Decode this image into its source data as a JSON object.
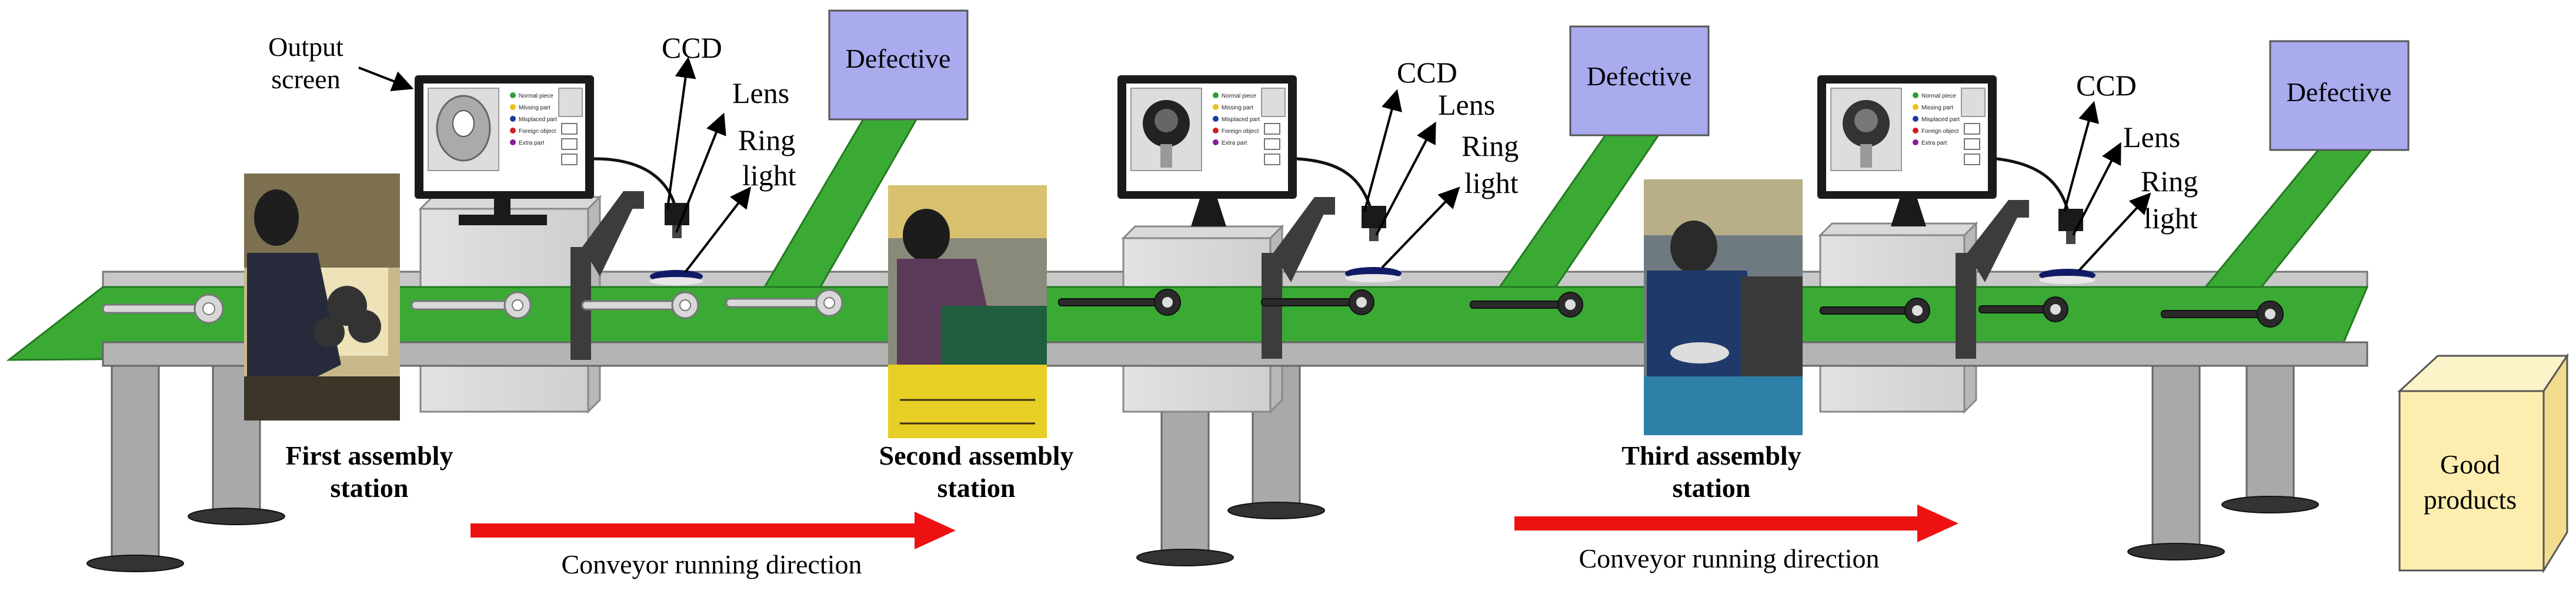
{
  "labels": {
    "output_screen_line1": "Output",
    "output_screen_line2": "screen",
    "ccd": "CCD",
    "lens": "Lens",
    "ring_light_line1": "Ring",
    "ring_light_line2": "light",
    "defective": "Defective",
    "station1_line1": "First assembly",
    "station1_line2": "station",
    "station2_line1": "Second assembly",
    "station2_line2": "station",
    "station3_line1": "Third assembly",
    "station3_line2": "station",
    "conveyor_direction": "Conveyor running direction",
    "good_line1": "Good",
    "good_line2": "products"
  },
  "monitor_legend": [
    "Normal piece",
    "Missing part",
    "Misplaced part",
    "Foreign object",
    "Extra part"
  ],
  "colors": {
    "belt": "#3aaa35",
    "frame": "#bdbdbd",
    "frame_dark": "#8a8a8a",
    "defective_box": "#aaaaee",
    "good_box": "#fdeeb0",
    "arrow": "#ee1111",
    "legend_dots": [
      "#2e9e3a",
      "#e8c21a",
      "#1a3a9e",
      "#d01d1d",
      "#8a1a9e"
    ]
  }
}
